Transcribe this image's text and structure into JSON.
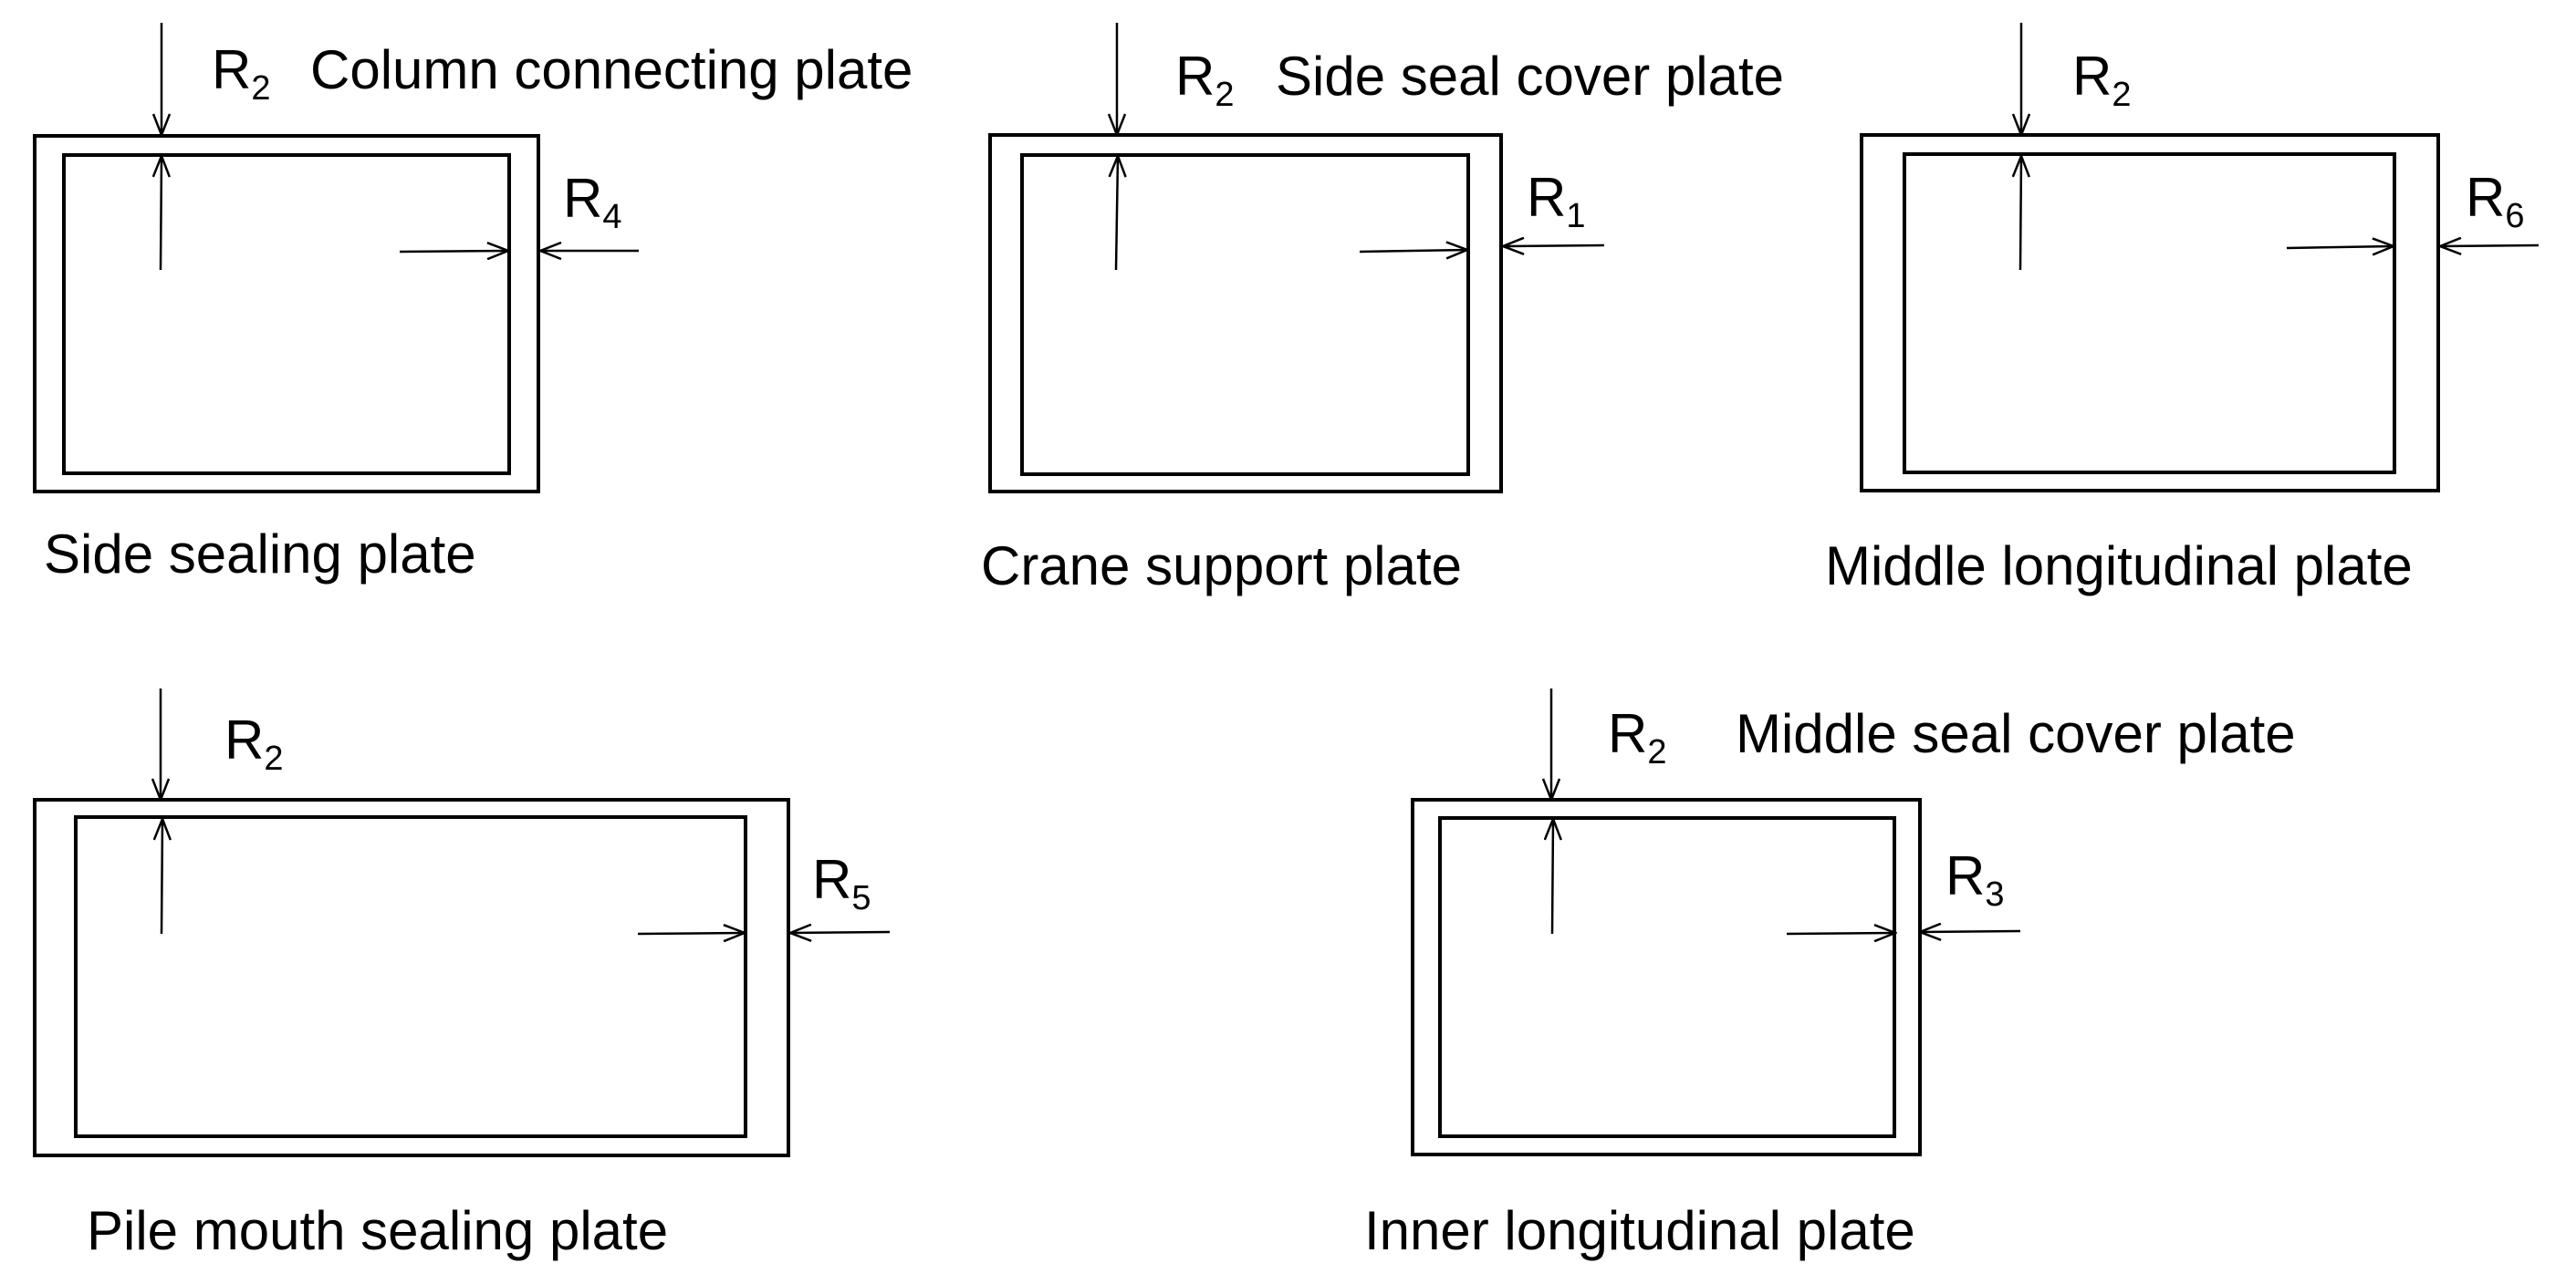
{
  "colors": {
    "stroke": "#000000",
    "background": "#ffffff"
  },
  "plates": [
    {
      "caption": "Side sealing plate",
      "top_symbol": "R",
      "top_sub": "2",
      "top_desc": "Column connecting plate",
      "side_symbol": "R",
      "side_sub": "4"
    },
    {
      "caption": "Crane support plate",
      "top_symbol": "R",
      "top_sub": "2",
      "top_desc": "Side seal cover plate",
      "side_symbol": "R",
      "side_sub": "1"
    },
    {
      "caption": "Middle longitudinal plate",
      "top_symbol": "R",
      "top_sub": "2",
      "top_desc": "",
      "side_symbol": "R",
      "side_sub": "6"
    },
    {
      "caption": "Pile mouth sealing plate",
      "top_symbol": "R",
      "top_sub": "2",
      "top_desc": "",
      "side_symbol": "R",
      "side_sub": "5"
    },
    {
      "caption": "Inner longitudinal plate",
      "top_symbol": "R",
      "top_sub": "2",
      "top_desc": "Middle seal cover plate",
      "side_symbol": "R",
      "side_sub": "3"
    }
  ]
}
